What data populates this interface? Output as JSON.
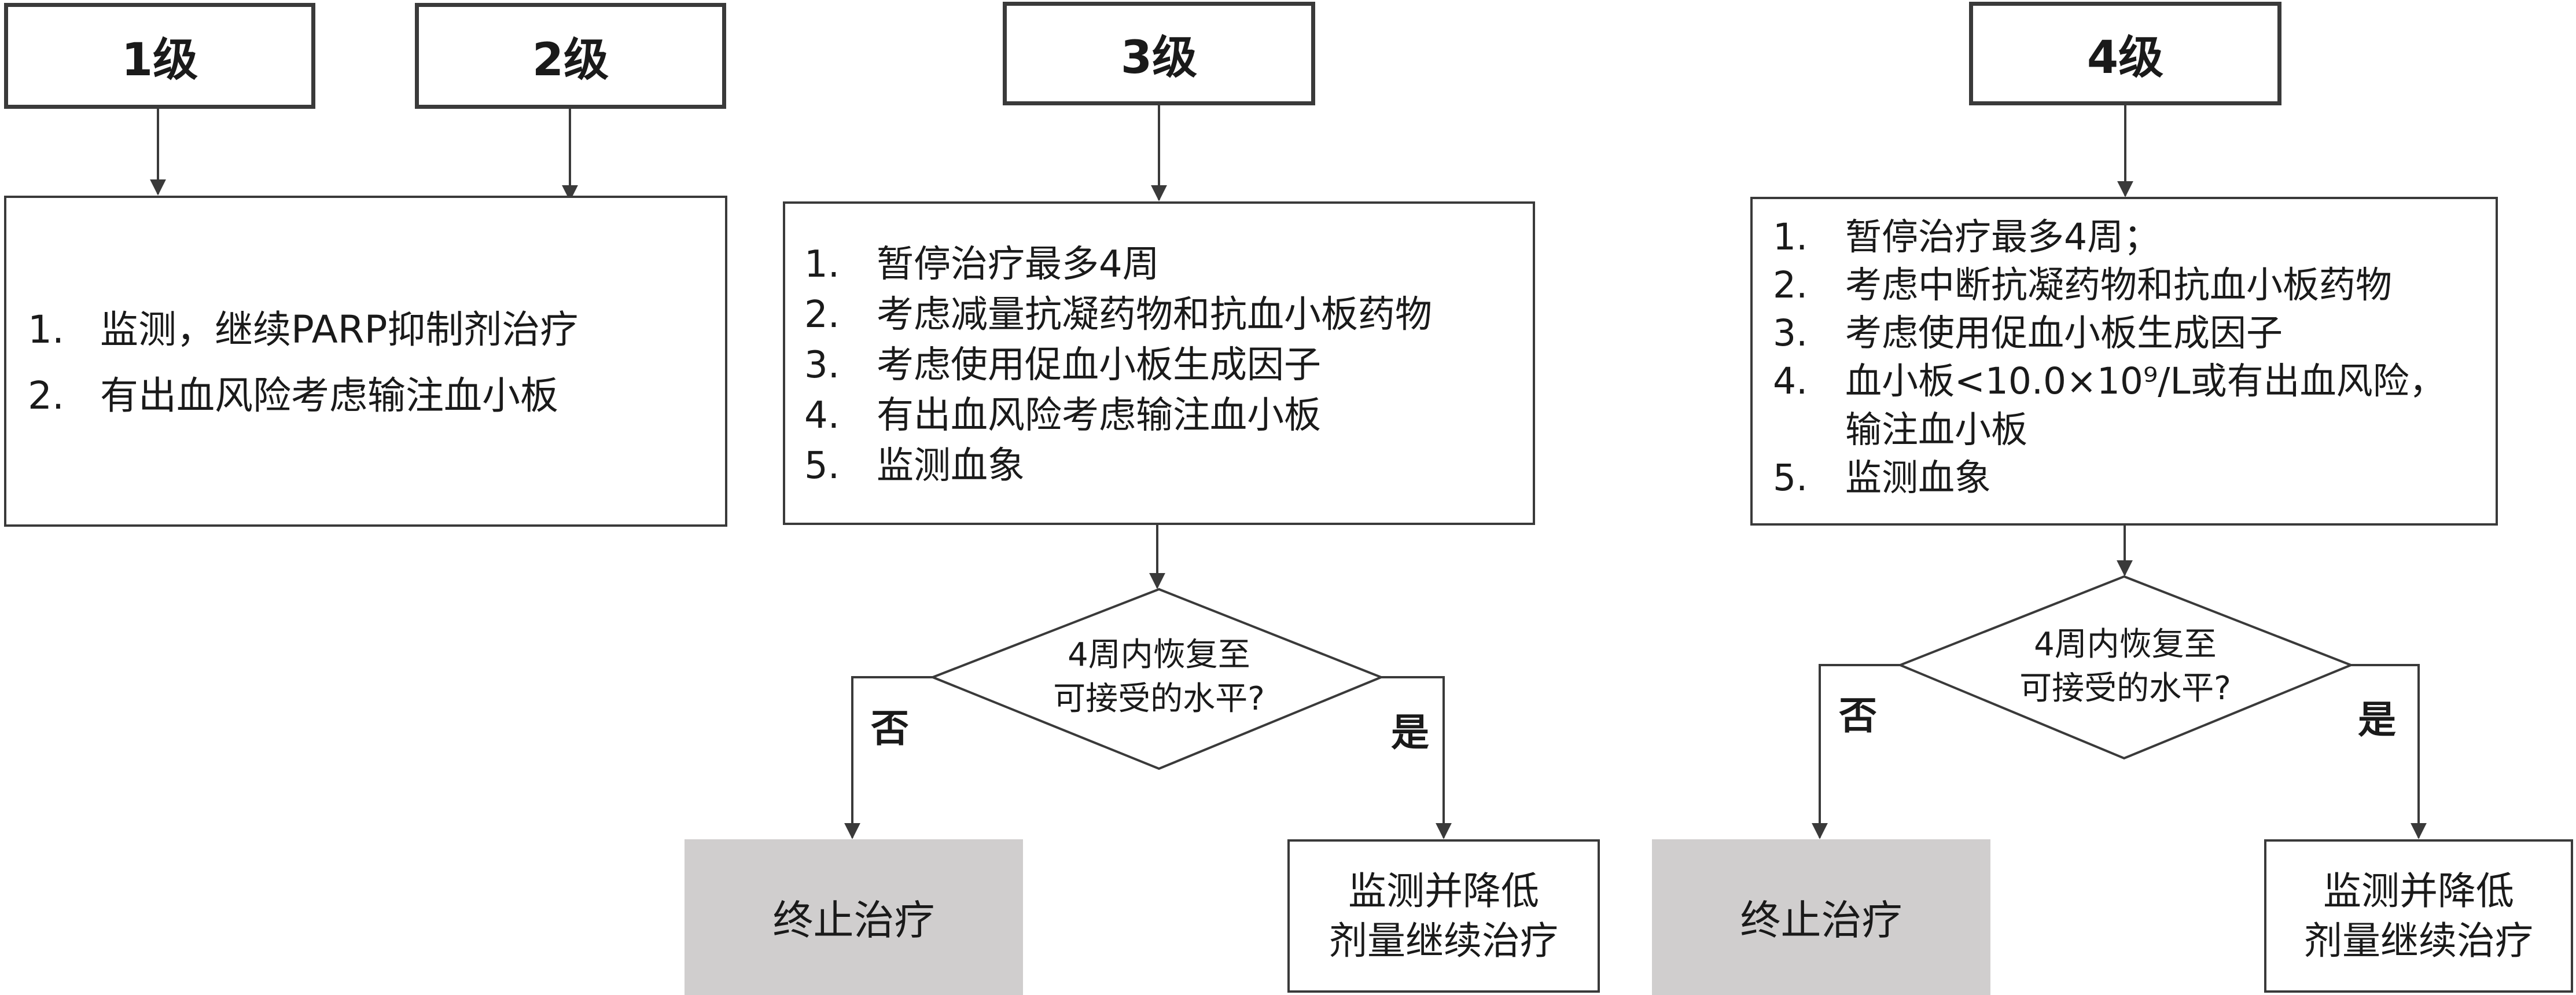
{
  "grades": {
    "g1": "1级",
    "g2": "2级",
    "g3": "3级",
    "g4": "4级"
  },
  "panel_12": {
    "items": [
      {
        "num": "1.",
        "text": "监测，继续PARP抑制剂治疗"
      },
      {
        "num": "2.",
        "text": "有出血风险考虑输注血小板"
      }
    ]
  },
  "panel_3": {
    "items": [
      {
        "num": "1.",
        "text": "暂停治疗最多4周"
      },
      {
        "num": "2.",
        "text": "考虑减量抗凝药物和抗血小板药物"
      },
      {
        "num": "3.",
        "text": "考虑使用促血小板生成因子"
      },
      {
        "num": "4.",
        "text": "有出血风险考虑输注血小板"
      },
      {
        "num": "5.",
        "text": "监测血象"
      }
    ]
  },
  "panel_4": {
    "items": [
      {
        "num": "1.",
        "text": "暂停治疗最多4周；"
      },
      {
        "num": "2.",
        "text": "考虑中断抗凝药物和抗血小板药物"
      },
      {
        "num": "3.",
        "text": "考虑使用促血小板生成因子"
      },
      {
        "num": "4.",
        "text": "血小板<10.0×10⁹/L或有出血风险，",
        "text2": "输注血小板"
      },
      {
        "num": "5.",
        "text": "监测血象"
      }
    ]
  },
  "decision": {
    "line1": "4周内恢复至",
    "line2": "可接受的水平?"
  },
  "branches": {
    "no": "否",
    "yes": "是"
  },
  "outcomes": {
    "stop": "终止治疗",
    "continue_line1": "监测并降低",
    "continue_line2": "剂量继续治疗"
  },
  "colors": {
    "stroke": "#3a3a3a",
    "stop_fill": "#d0cece"
  }
}
